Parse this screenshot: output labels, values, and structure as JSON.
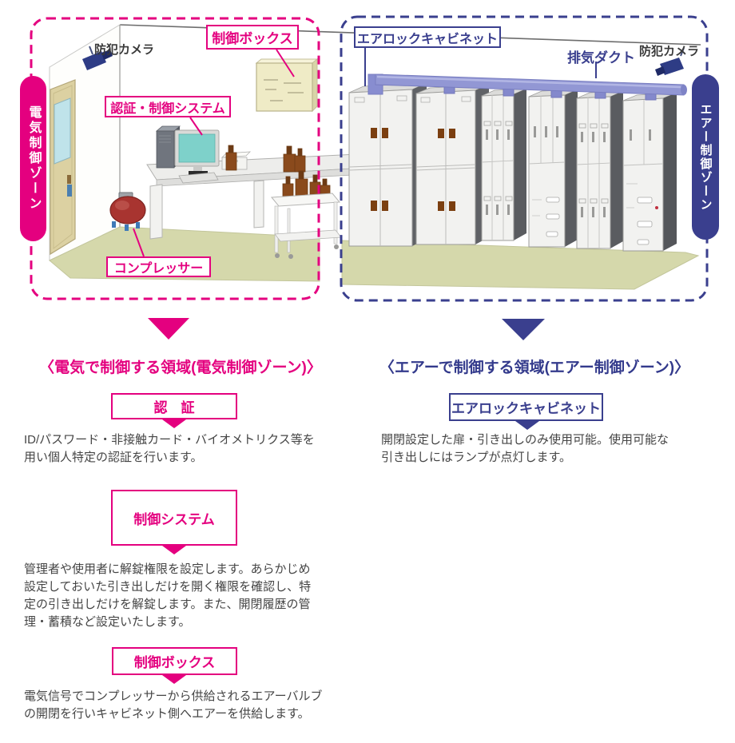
{
  "diagram": {
    "electric_zone": {
      "badge": "電気制御ゾーン",
      "camera_label": "防犯カメラ",
      "control_box_label": "制御ボックス",
      "auth_system_label": "認証・制御システム",
      "compressor_label": "コンプレッサー",
      "heading": "〈電気で制御する領域(電気制御ゾーン)〉",
      "accent_color": "#E4007F",
      "sections": [
        {
          "title": "認　証",
          "body": "ID/パスワード・非接触カード・バイオメトリクス等を\n用い個人特定の認証を行います。"
        },
        {
          "title": "制御システム",
          "body": "管理者や使用者に解錠権限を設定します。あらかじめ\n設定しておいた引き出しだけを開く権限を確認し、特\n定の引き出しだけを解錠します。また、開閉履歴の管\n理・蓄積など設定いたします。"
        },
        {
          "title": "制御ボックス",
          "body": "電気信号でコンプレッサーから供給されるエアーバルブ\nの開閉を行いキャビネット側へエアーを供給します。"
        }
      ]
    },
    "air_zone": {
      "badge": "エアー制御ゾーン",
      "cabinet_label": "エアロックキャビネット",
      "duct_label": "排気ダクト",
      "camera_label": "防犯カメラ",
      "heading": "〈エアーで制御する領域(エアー制御ゾーン)〉",
      "accent_color": "#3A3F8E",
      "sections": [
        {
          "title": "エアロックキャビネット",
          "body": "開閉設定した扉・引き出しのみ使用可能。使用可能な\n引き出しにはランプが点灯します。"
        }
      ]
    }
  }
}
